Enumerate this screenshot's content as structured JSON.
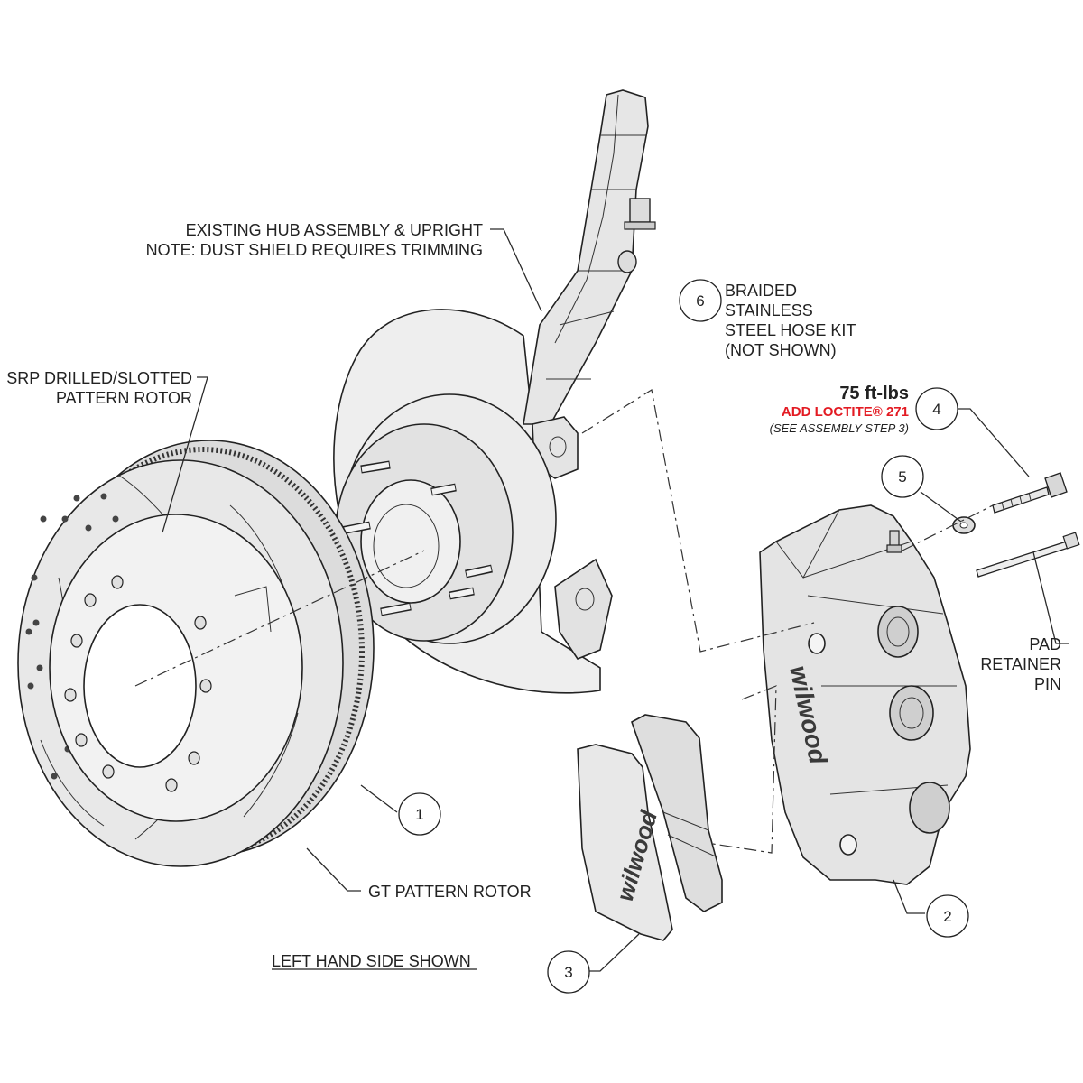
{
  "colors": {
    "part_fill": "#e9e9e9",
    "part_light": "#f4f4f4",
    "part_dark": "#d2d2d2",
    "line": "#222222",
    "accent_red": "#e31b23"
  },
  "labels": {
    "hub_line1": "EXISTING HUB ASSEMBLY & UPRIGHT",
    "hub_line2": "NOTE: DUST SHIELD REQUIRES TRIMMING",
    "srp_line1": "SRP DRILLED/SLOTTED",
    "srp_line2": "PATTERN ROTOR",
    "hose_line1": "BRAIDED",
    "hose_line2": "STAINLESS",
    "hose_line3": "STEEL HOSE KIT",
    "hose_line4": "(NOT SHOWN)",
    "torque": "75 ft-lbs",
    "loctite": "ADD LOCTITE® 271",
    "assembly_step": "(SEE ASSEMBLY STEP 3)",
    "pin_line1": "PAD",
    "pin_line2": "RETAINER",
    "pin_line3": "PIN",
    "gt_rotor": "GT PATTERN ROTOR",
    "side_note": "LEFT HAND SIDE SHOWN",
    "brand_pad": "wilwood",
    "brand_caliper": "wilwood"
  },
  "callouts": {
    "c1": "1",
    "c2": "2",
    "c3": "3",
    "c4": "4",
    "c5": "5",
    "c6": "6"
  }
}
